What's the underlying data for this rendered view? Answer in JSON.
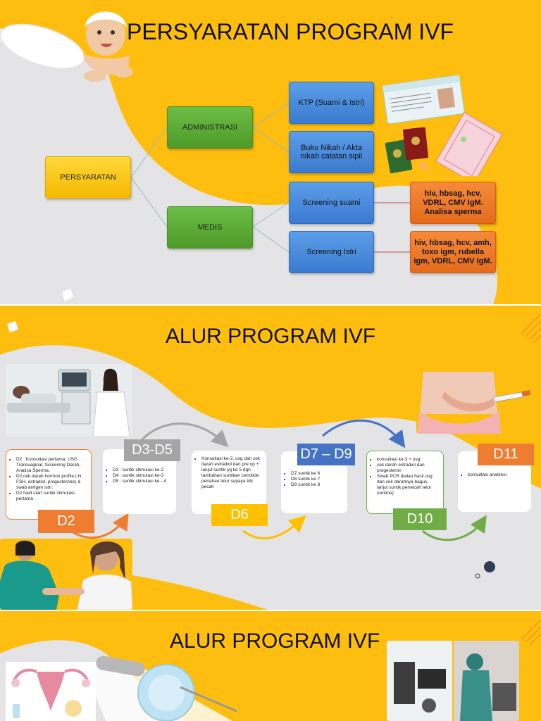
{
  "slide1": {
    "title": "PERSYARATAN PROGRAM IVF",
    "root": "PERSYARATAN",
    "branches": {
      "administrasi": "ADMINISTRASI",
      "medis": "MEDIS"
    },
    "leaves": {
      "ktp": "KTP (Suami & Istri)",
      "buku_nikah": "Buku Nikah / Akta nikah catatan sipil",
      "screening_suami": "Screening suami",
      "screening_istri": "Screening Istri"
    },
    "notes": {
      "suami": "hiv, hbsag, hcv, VDRL, CMV IgM. Analisa sperma",
      "istri": "hiv, hbsag, hcv, amh, toxo igm, rubella igm, VDRL, CMV IgM."
    },
    "colors": {
      "background": "#fdbe10",
      "green": "#5aab35",
      "blue": "#4a8be0",
      "orange": "#ee7a2a"
    }
  },
  "slide2": {
    "title": "ALUR PROGRAM IVF",
    "steps": [
      {
        "tag": "D2",
        "tag_color": "#ee7d31",
        "items": [
          "D2 : Konsultasi pertama, USG Transvaginal, Screening Darah, Analisa Sperma.",
          "D2 cek darah hormon profile LH, FSH, estradiol, progesterone) & swab antigen istri.",
          "D2 haid start suntik stimulasi pertama"
        ]
      },
      {
        "tag": "D3-D5",
        "tag_color": "#a5a5a5",
        "items": [
          "D3 : suntik stimulasi ke-2",
          "D4 : suntik stimulasi ke-3",
          "D5 : suntik stimulasi ke - 4"
        ]
      },
      {
        "tag": "D6",
        "tag_color": "#ffc000",
        "items": [
          "Konsultasi ke-2, usg dan cek darah estradiol dan pre op + lanjut suntik yg ke 5 dgn tambahan suntikan cetrotide penahan telur supaya tdk pecah"
        ]
      },
      {
        "tag": "D7 – D9",
        "tag_color": "#4472c4",
        "items": [
          "D7 suntik ke 6",
          "D8 suntik ke 7",
          "D9 suntik ke 8"
        ]
      },
      {
        "tag": "D10",
        "tag_color": "#70ad47",
        "items": [
          "konsultasi ke-3 + usg",
          "cek darah estradiol dan progesteron",
          "Swab PCR (kalau hasil usg dan cek darahnya bagus, lanjut suntik pemecah telur (ontime)"
        ]
      },
      {
        "tag": "D11",
        "tag_color": "#ee7d31",
        "items": [
          "konsultasi anastesi"
        ]
      }
    ]
  },
  "slide3": {
    "title": "ALUR PROGRAM IVF"
  }
}
